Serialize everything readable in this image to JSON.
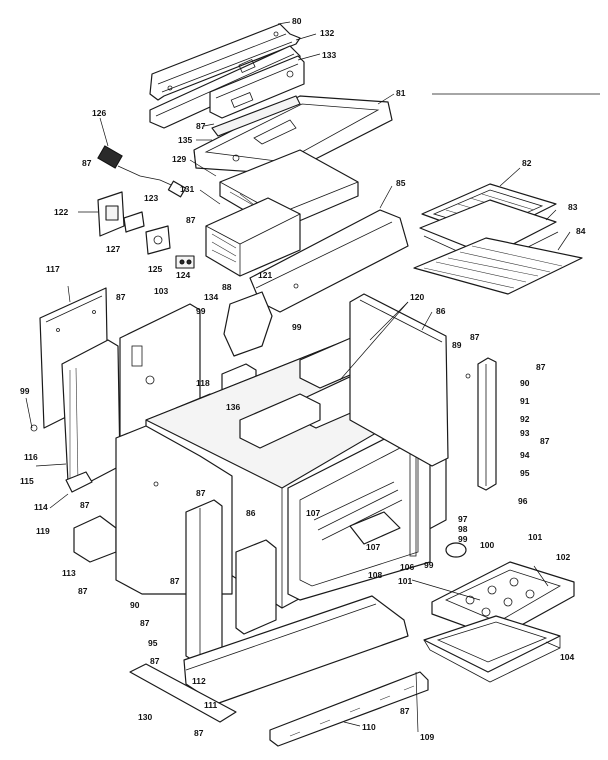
{
  "labels": {
    "p80": "80",
    "p132": "132",
    "p133": "133",
    "p81": "81",
    "p87a": "87",
    "p135": "135",
    "p126": "126",
    "p129": "129",
    "p131": "131",
    "p87b": "87",
    "p122": "122",
    "p123": "123",
    "p87c": "87",
    "p127": "127",
    "p125": "125",
    "p124": "124",
    "p82": "82",
    "p85": "85",
    "p83": "83",
    "p84": "84",
    "p117": "117",
    "p87d": "87",
    "p103": "103",
    "p134": "134",
    "p88": "88",
    "p121": "121",
    "p120": "120",
    "p86": "86",
    "p99a": "99",
    "p87e": "87",
    "p89": "89",
    "p87f": "87",
    "p90a": "90",
    "p91": "91",
    "p92": "92",
    "p93": "93",
    "p87g": "87",
    "p94": "94",
    "p95a": "95",
    "p96": "96",
    "p118": "118",
    "p136": "136",
    "p99b": "99",
    "p99c": "99",
    "p116": "116",
    "p115": "115",
    "p114": "114",
    "p87h": "87",
    "p86b": "86",
    "p87i": "87",
    "p119": "119",
    "p107a": "107",
    "p107b": "107",
    "p97": "97",
    "p98": "98",
    "p99d": "99",
    "p100": "100",
    "p101a": "101",
    "p102": "102",
    "p113": "113",
    "p87j": "87",
    "p87k": "87",
    "p90b": "90",
    "p108": "108",
    "p106": "106",
    "p99e": "99",
    "p101b": "101",
    "p87l": "87",
    "p95b": "95",
    "p87m": "87",
    "p112": "112",
    "p104": "104",
    "p130": "130",
    "p111": "111",
    "p87n": "87",
    "p87o": "87",
    "p110": "110",
    "p109": "109"
  }
}
